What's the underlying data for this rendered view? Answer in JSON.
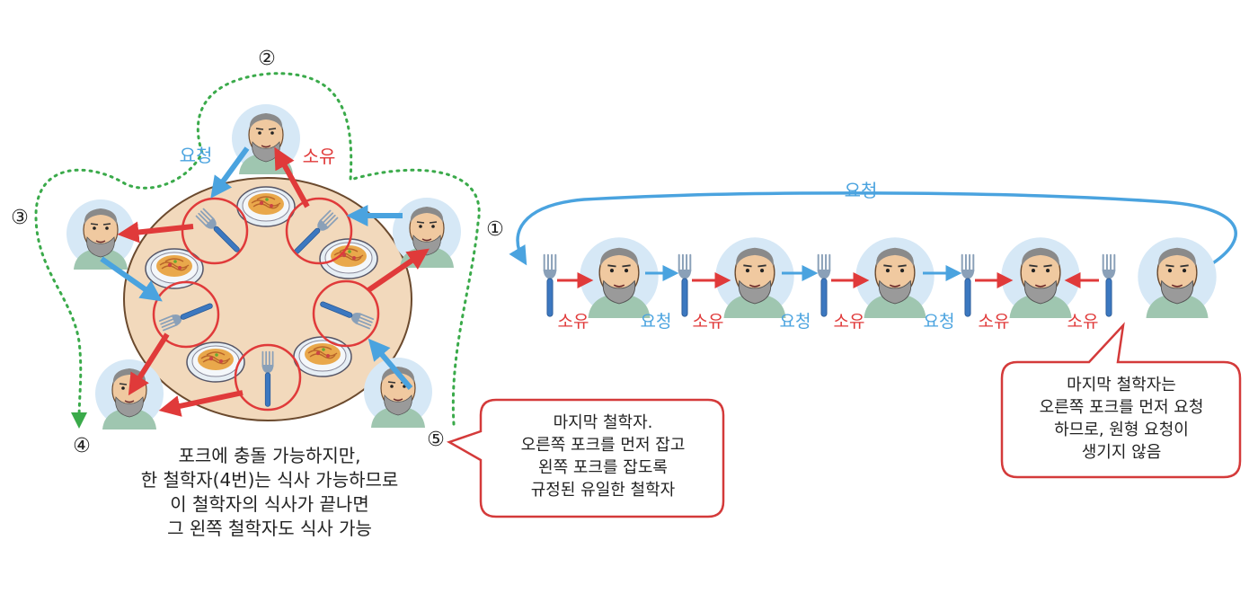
{
  "numbers": {
    "n1": "①",
    "n2": "②",
    "n3": "③",
    "n4": "④",
    "n5": "⑤"
  },
  "labels": {
    "request": "요청",
    "own": "소유"
  },
  "caption_lines": [
    "포크에 충돌 가능하지만,",
    "한 철학자(4번)는 식사 가능하므로",
    "이 철학자의 식사가 끝나면",
    "그 왼쪽 철학자도 식사 가능"
  ],
  "bubble_middle_lines": [
    "마지막 철학자.",
    "오른쪽 포크를 먼저 잡고",
    "왼쪽 포크를 잡도록",
    "규정된 유일한 철학자"
  ],
  "bubble_right_lines": [
    "마지막 철학자는",
    "오른쪽 포크를 먼저 요청",
    "하므로, 원형 요청이",
    "생기지 않음"
  ],
  "colors": {
    "request": "#4aa3df",
    "own": "#e03a3a",
    "path": "#3aaa4a",
    "table": "#f2d9bc",
    "bubble": "#d43a3a",
    "fork": "#3c78c0"
  },
  "icons": [
    "philosopher-face-icon",
    "fork-icon",
    "spaghetti-plate-icon"
  ]
}
